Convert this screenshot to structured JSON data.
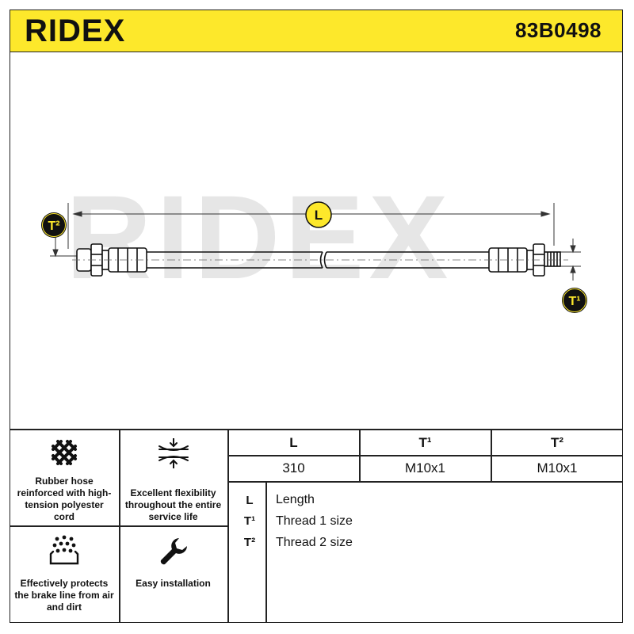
{
  "header": {
    "brand": "RIDEX",
    "part_number": "83B0498"
  },
  "drawing": {
    "watermark": "RIDEX",
    "dimension_length_label": "L",
    "thread_1_badge": "T¹",
    "thread_2_badge": "T²"
  },
  "features": [
    {
      "icon": "mesh-icon",
      "text": "Rubber hose reinforced with high-tension polyester cord"
    },
    {
      "icon": "flexibility-icon",
      "text": "Excellent flexibility throughout the entire service life"
    },
    {
      "icon": "protection-icon",
      "text": "Effectively protects the brake line from air and dirt"
    },
    {
      "icon": "wrench-icon",
      "text": "Easy installation"
    }
  ],
  "spec_table": {
    "headers": [
      "L",
      "T¹",
      "T²"
    ],
    "values": [
      "310",
      "M10x1",
      "M10x1"
    ]
  },
  "legend": [
    {
      "key": "L",
      "label": "Length"
    },
    {
      "key": "T¹",
      "label": "Thread 1 size"
    },
    {
      "key": "T²",
      "label": "Thread 2 size"
    }
  ],
  "colors": {
    "accent_yellow": "#fde82b",
    "line": "#222222",
    "watermark": "#e6e6e6"
  }
}
